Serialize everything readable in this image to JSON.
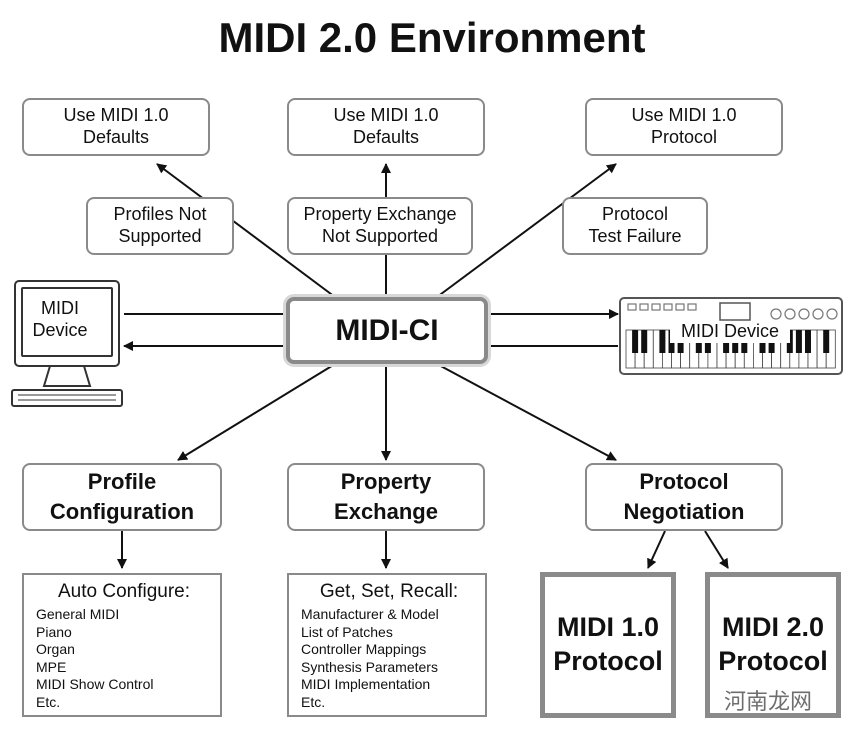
{
  "title": "MIDI 2.0 Environment",
  "center": "MIDI-CI",
  "top_boxes": [
    {
      "line1": "Use MIDI 1.0",
      "line2": "Defaults"
    },
    {
      "line1": "Use MIDI 1.0",
      "line2": "Defaults"
    },
    {
      "line1": "Use MIDI 1.0",
      "line2": "Protocol"
    }
  ],
  "condition_boxes": [
    {
      "line1": "Profiles Not",
      "line2": "Supported"
    },
    {
      "line1": "Property Exchange",
      "line2": "Not Supported"
    },
    {
      "line1": "Protocol",
      "line2": "Test Failure"
    }
  ],
  "devices": {
    "computer": {
      "line1": "MIDI",
      "line2": "Device"
    },
    "keyboard": "MIDI Device"
  },
  "bottom_boxes": [
    {
      "line1": "Profile",
      "line2": "Configuration"
    },
    {
      "line1": "Property",
      "line2": "Exchange"
    },
    {
      "line1": "Protocol",
      "line2": "Negotiation"
    }
  ],
  "lists": [
    {
      "title": "Auto Configure:",
      "items": [
        "General MIDI",
        "Piano",
        "Organ",
        "MPE",
        "MIDI Show Control",
        "Etc."
      ]
    },
    {
      "title": "Get, Set, Recall:",
      "items": [
        "Manufacturer & Model",
        "List of Patches",
        "Controller Mappings",
        "Synthesis Parameters",
        "MIDI Implementation",
        "Etc."
      ]
    }
  ],
  "protocols": [
    {
      "line1": "MIDI 1.0",
      "line2": "Protocol"
    },
    {
      "line1": "MIDI 2.0",
      "line2": "Protocol"
    }
  ],
  "watermark": "河南龙网",
  "colors": {
    "border": "#8a8a8a",
    "line": "#111111"
  }
}
